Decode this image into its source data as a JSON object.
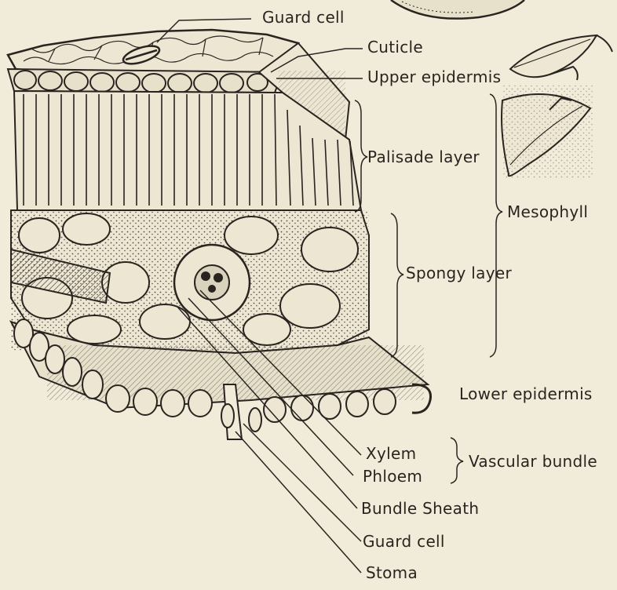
{
  "diagram": {
    "labels": {
      "guard_cell_top": "Guard cell",
      "cuticle": "Cuticle",
      "upper_epidermis": "Upper epidermis",
      "palisade_layer": "Palisade layer",
      "mesophyll": "Mesophyll",
      "spongy_layer": "Spongy layer",
      "lower_epidermis": "Lower epidermis",
      "xylem": "Xylem",
      "phloem": "Phloem",
      "vascular_bundle": "Vascular bundle",
      "bundle_sheath": "Bundle Sheath",
      "guard_cell_bottom": "Guard cell",
      "stoma": "Stoma"
    },
    "colors": {
      "background": "#f1ecd9",
      "ink": "#2a2420",
      "cell_fill": "#ece6d2"
    }
  }
}
